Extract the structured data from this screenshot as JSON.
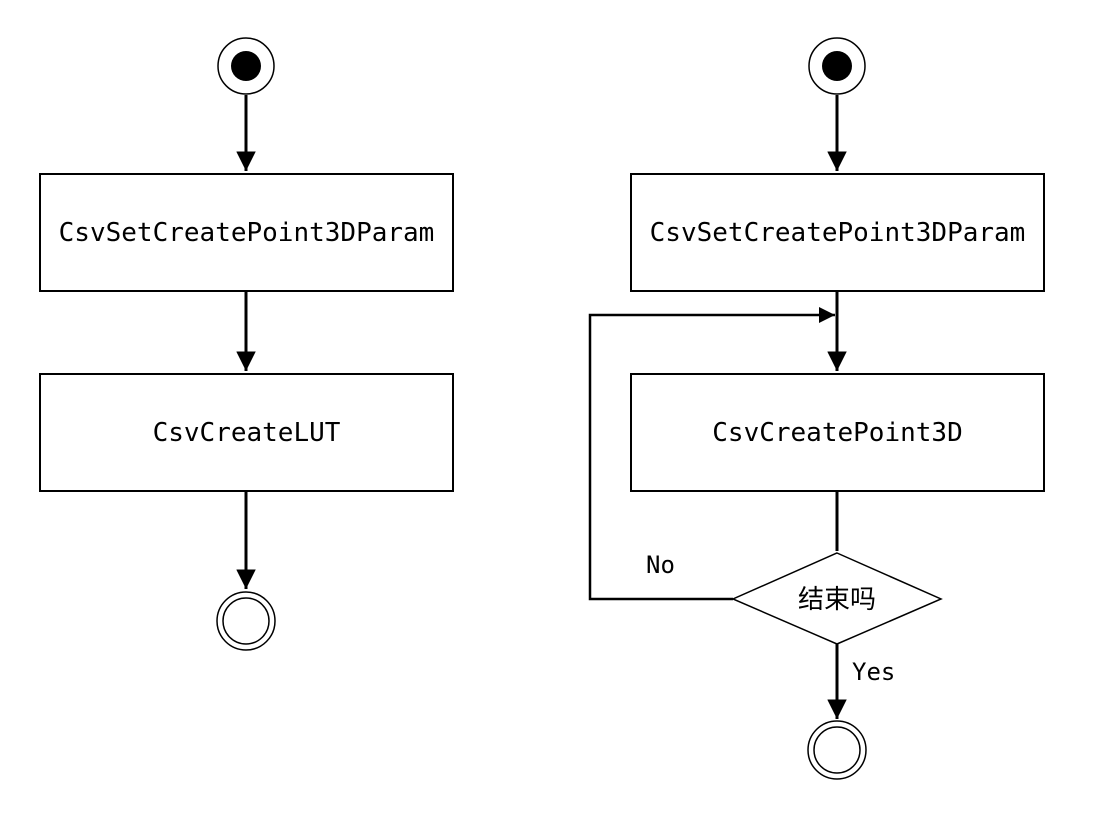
{
  "left_flow": {
    "step1": "CsvSetCreatePoint3DParam",
    "step2": "CsvCreateLUT"
  },
  "right_flow": {
    "step1": "CsvSetCreatePoint3DParam",
    "step2": "CsvCreatePoint3D",
    "decision": "结束吗",
    "no_label": "No",
    "yes_label": "Yes"
  }
}
